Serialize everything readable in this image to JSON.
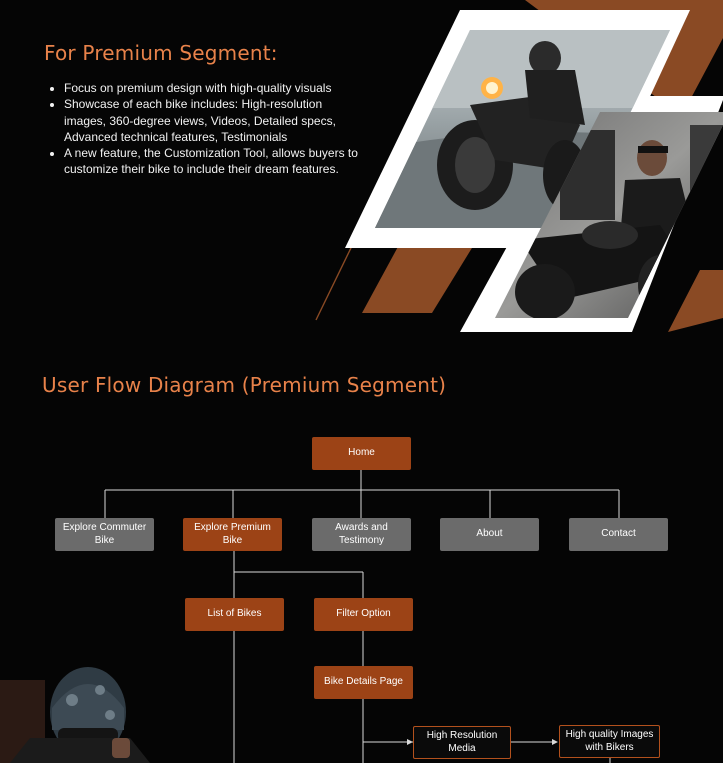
{
  "premium": {
    "heading": "For Premium Segment:",
    "bullets": [
      "Focus on premium design with high-quality visuals",
      "Showcase of each bike includes: High-resolution images, 360-degree views, Videos, Detailed specs, Advanced technical features, Testimonials",
      "A new feature, the Customization Tool, allows buyers to customize their bike to include their dream features."
    ]
  },
  "flow": {
    "heading": "User Flow Diagram (Premium Segment)",
    "nodes": {
      "home": "Home",
      "explore_commuter": "Explore Commuter Bike",
      "explore_premium": "Explore Premium Bike",
      "awards": "Awards and Testimony",
      "about": "About",
      "contact": "Contact",
      "list_bikes": "List of Bikes",
      "filter": "Filter Option",
      "bike_details": "Bike Details Page",
      "high_res_media": "High Resolution Media",
      "hq_images": "High quality Images with Bikers"
    }
  },
  "colors": {
    "accent": "#e8824a",
    "node_primary": "#9c4316",
    "node_secondary": "#6b6b6b",
    "decor_brown": "#8a4a24",
    "connector": "#d9d9d9",
    "background": "#050505"
  }
}
